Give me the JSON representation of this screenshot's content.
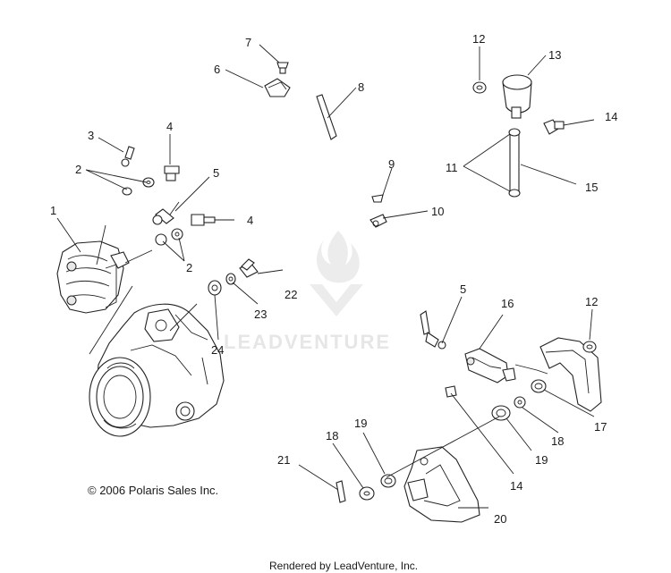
{
  "copyright": "© 2006 Polaris Sales Inc.",
  "footer": "Rendered by LeadVenture, Inc.",
  "watermark": "LEADVENTURE",
  "callouts": [
    "1",
    "2",
    "2",
    "3",
    "4",
    "4",
    "5",
    "5",
    "6",
    "7",
    "8",
    "9",
    "10",
    "11",
    "12",
    "12",
    "13",
    "14",
    "14",
    "15",
    "16",
    "17",
    "18",
    "18",
    "19",
    "19",
    "20",
    "21",
    "22",
    "23",
    "24"
  ]
}
